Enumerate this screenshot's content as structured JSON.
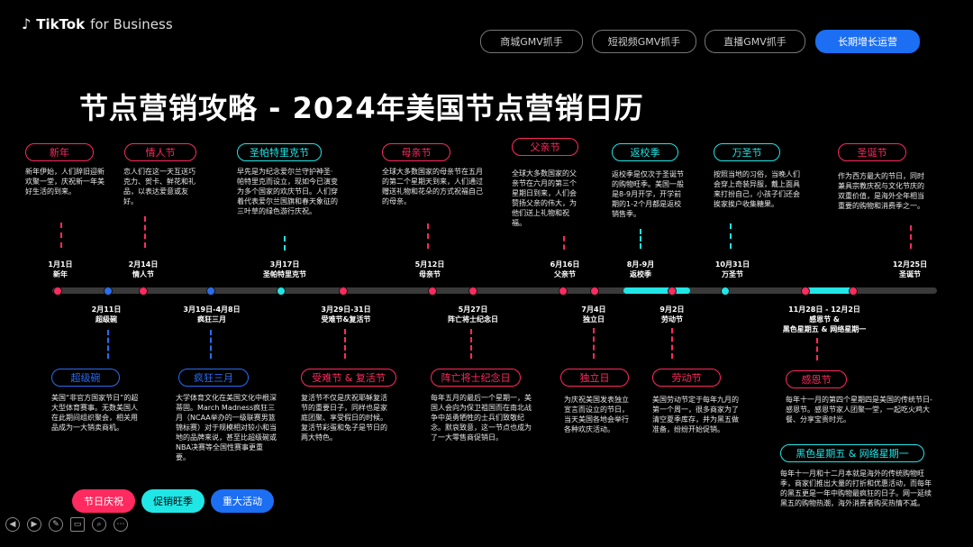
{
  "brand": {
    "logo": "TikTok",
    "suffix": "for Business"
  },
  "nav": [
    "商城GMV抓手",
    "短视频GMV抓手",
    "直播GMV抓手",
    "长期增长运营"
  ],
  "title": "节点营销攻略 - 2024年美国节点营销日历",
  "top_events": [
    {
      "name": "新年",
      "date": "1月1日",
      "sub": "新年",
      "desc": "新年伊始，人们辞旧迎新欢聚一堂，庆祝新一年美好生活的到来。"
    },
    {
      "name": "情人节",
      "date": "2月14日",
      "sub": "情人节",
      "desc": "恋人们在这一天互送巧克力、贺卡、鲜花和礼品，以表达爱意或友好。"
    },
    {
      "name": "圣帕特里克节",
      "date": "3月17日",
      "sub": "圣帕特里克节",
      "desc": "早先是为纪念爱尔兰守护神圣·帕特里克而设立，现如今已演变为多个国家的欢庆节日。人们穿着代表爱尔兰国旗和春天象征的三叶草的绿色游行庆祝。"
    },
    {
      "name": "母亲节",
      "date": "5月12日",
      "sub": "母亲节",
      "desc": "全球大多数国家的母亲节在五月的第二个星期天到来，人们通过赠送礼物和花朵的方式祝福自己的母亲。"
    },
    {
      "name": "父亲节",
      "date": "6月16日",
      "sub": "父亲节",
      "desc": "全球大多数国家的父亲节在六月的第三个星期日到来，人们会赞扬父亲的伟大，为他们送上礼物和祝福。"
    },
    {
      "name": "返校季",
      "date": "8月-9月",
      "sub": "返校季",
      "desc": "返校季是仅次于圣诞节的购物旺季。美国一般是8-9月开学，开学前期的1-2个月都是返校销售季。"
    },
    {
      "name": "万圣节",
      "date": "10月31日",
      "sub": "万圣节",
      "desc": "按照当地的习俗，当晚人们会穿上奇装异服，戴上面具来打扮自己，小孩子们还会挨家挨户收集糖果。"
    },
    {
      "name": "圣诞节",
      "date": "12月25日",
      "sub": "圣诞节",
      "desc": "作为西方最大的节日，同时兼具宗教庆祝与文化节庆的双重价值，是海外全年相当重要的购物和消费季之一。"
    }
  ],
  "bottom_events": [
    {
      "name": "超级碗",
      "date": "2月11日",
      "sub": "超级碗",
      "desc": "美国“非官方国家节日”的超大型体育赛事。无数美国人在此期间组织聚会，相关用品成为一大销卖商机。"
    },
    {
      "name": "疯狂三月",
      "date": "3月19日-4月8日",
      "sub": "疯狂三月",
      "desc": "大学体育文化在美国文化中根深蒂固。March Madness疯狂三月（NCAA举办的一级联赛男篮锦标赛）对于规模相对较小和当地的品牌来说，甚至比超级碗或NBA决赛等全国性赛事更重要。"
    },
    {
      "name": "受难节 & 复活节",
      "date": "3月29日-31日",
      "sub": "受难节&复活节",
      "desc": "复活节不仅是庆祝耶稣复活节的重要日子，同样也是家庭团聚、享受假日的时候。复活节彩蛋和兔子是节日的两大特色。"
    },
    {
      "name": "阵亡将士纪念日",
      "date": "5月27日",
      "sub": "阵亡将士纪念日",
      "desc": "每年五月的最后一个星期一，美国人会向为保卫祖国而在南北战争中英勇牺牲的士兵们致敬纪念。默哀致意，这一节点也成为了一大零售商促销日。"
    },
    {
      "name": "独立日",
      "date": "7月4日",
      "sub": "独立日",
      "desc": "为庆祝美国发表独立宣言而设立的节日，当天美国各地会举行各种欢庆活动。"
    },
    {
      "name": "劳动节",
      "date": "9月2日",
      "sub": "劳动节",
      "desc": "美国劳动节定于每年九月的第一个周一，很多商家为了清空夏季库存，并为黑五做准备，纷纷开始促销。"
    },
    {
      "name": "感恩节",
      "date": "11月28日 - 12月2日",
      "sub": "感恩节 &",
      "sub2": "黑色星期五 & 网络星期一",
      "desc": "每年十一月的第四个星期四是美国的传统节日-感恩节。感恩节家人团聚一堂，一起吃火鸡大餐、分享宝贵时光。"
    },
    {
      "name": "黑色星期五 & 网络星期一",
      "desc": "每年十一月和十二月本就是海外的传统购物旺季，商家们推出大量的打折和优惠活动，而每年的黑五更是一年中购物最疯狂的日子。网一延续黑五的购物热潮，海外消费者购买热情不减。"
    }
  ],
  "legend": [
    "节日庆祝",
    "促销旺季",
    "重大活动"
  ],
  "colors": {
    "festival": "#ff2a5f",
    "promo": "#21e6e6",
    "event": "#2a6df0"
  },
  "toolbar_icons": [
    "prev-icon",
    "next-icon",
    "pen-icon",
    "screen-icon",
    "magnifier-icon",
    "more-icon"
  ]
}
